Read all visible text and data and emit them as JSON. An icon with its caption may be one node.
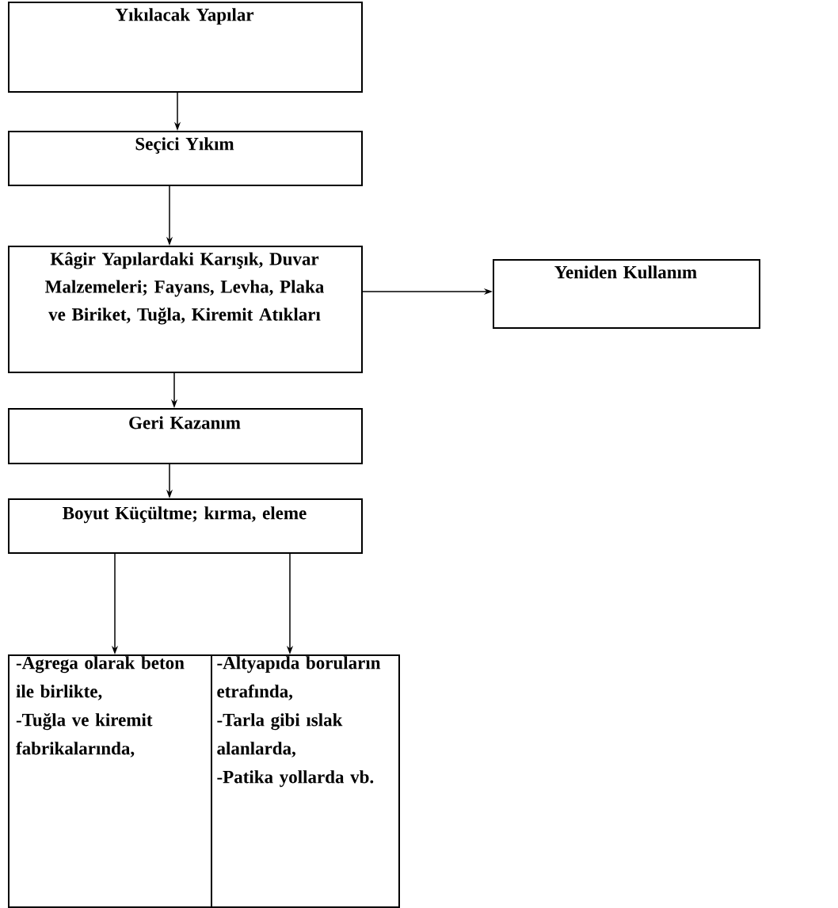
{
  "diagram": {
    "nodes": [
      {
        "text": [
          "Yıkılacak Yapılar"
        ]
      },
      {
        "text": [
          "Seçici Yıkım"
        ]
      },
      {
        "text": [
          "Kâgir Yapılardaki Karışık, Duvar Malzemeleri; Fayans, Levha, Plaka ve Biriket, Tuğla, Kiremit Atıkları"
        ]
      },
      {
        "text": [
          "Yeniden Kullanım"
        ]
      },
      {
        "text": [
          "Geri Kazanım"
        ]
      },
      {
        "text": [
          "Boyut Küçültme; kırma, eleme"
        ]
      },
      {
        "text": [
          "-Agrega olarak beton ile birlikte,",
          "-Tuğla ve kiremit fabrikalarında,"
        ]
      },
      {
        "text": [
          "-Altyapıda boruların etrafında,",
          "-Tarla gibi ıslak alanlarda,",
          "-Patika yollarda vb."
        ]
      }
    ],
    "edges": [
      {
        "from": 0,
        "to": 1,
        "arrow": "to"
      },
      {
        "from": 1,
        "to": 2,
        "arrow": "to"
      },
      {
        "from": 2,
        "to": 3,
        "arrow": "to"
      },
      {
        "from": 2,
        "to": 4,
        "arrow": "to"
      },
      {
        "from": 4,
        "to": 5,
        "arrow": "to"
      },
      {
        "from": 5,
        "to": 6,
        "arrow": "to"
      },
      {
        "from": 5,
        "to": 7,
        "arrow": "to"
      }
    ]
  }
}
